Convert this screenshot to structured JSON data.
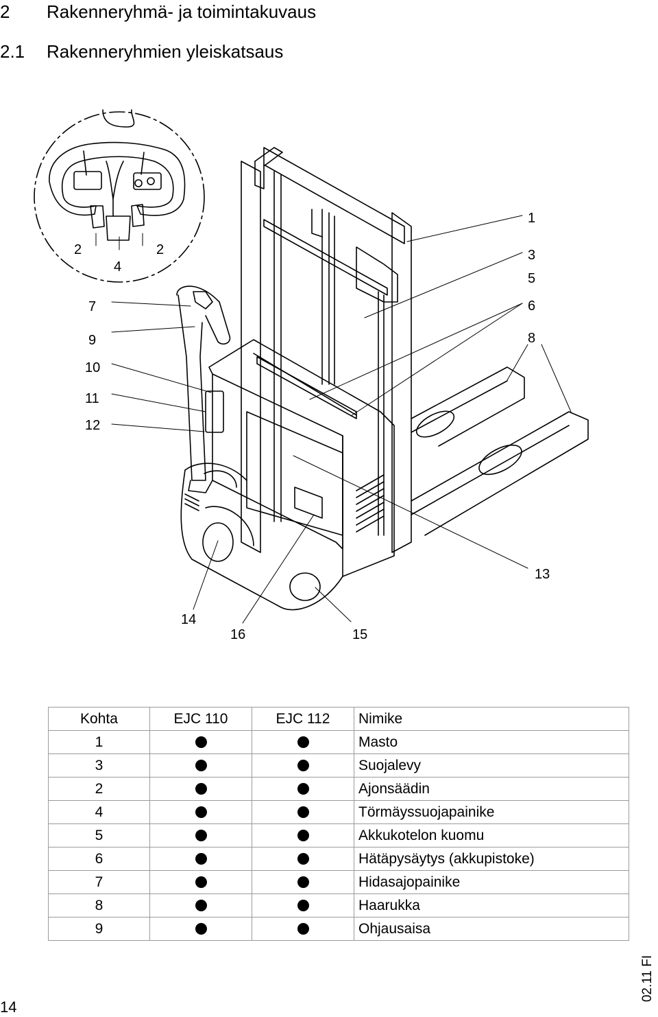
{
  "heading": {
    "number": "2",
    "title": "Rakenneryhmä- ja toimintakuvaus"
  },
  "subheading": {
    "number": "2.1",
    "title": "Rakenneryhmien yleiskatsaus"
  },
  "figure": {
    "callouts": [
      "1",
      "3",
      "5",
      "6",
      "8",
      "2",
      "4",
      "2",
      "7",
      "9",
      "10",
      "11",
      "12",
      "13",
      "14",
      "16",
      "15"
    ]
  },
  "table": {
    "headers": [
      "Kohta",
      "EJC 110",
      "EJC 112",
      "Nimike"
    ],
    "rows": [
      {
        "item": "1",
        "ejc110": "●",
        "ejc112": "●",
        "name": "Masto"
      },
      {
        "item": "3",
        "ejc110": "●",
        "ejc112": "●",
        "name": "Suojalevy"
      },
      {
        "item": "2",
        "ejc110": "●",
        "ejc112": "●",
        "name": "Ajonsäädin"
      },
      {
        "item": "4",
        "ejc110": "●",
        "ejc112": "●",
        "name": "Törmäyssuojapainike"
      },
      {
        "item": "5",
        "ejc110": "●",
        "ejc112": "●",
        "name": "Akkukotelon kuomu"
      },
      {
        "item": "6",
        "ejc110": "●",
        "ejc112": "●",
        "name": "Hätäpysäytys (akkupistoke)"
      },
      {
        "item": "7",
        "ejc110": "●",
        "ejc112": "●",
        "name": "Hidasajopainike"
      },
      {
        "item": "8",
        "ejc110": "●",
        "ejc112": "●",
        "name": "Haarukka"
      },
      {
        "item": "9",
        "ejc110": "●",
        "ejc112": "●",
        "name": "Ohjausaisa"
      }
    ]
  },
  "doc_code": "02.11 FI",
  "page_number": "14"
}
